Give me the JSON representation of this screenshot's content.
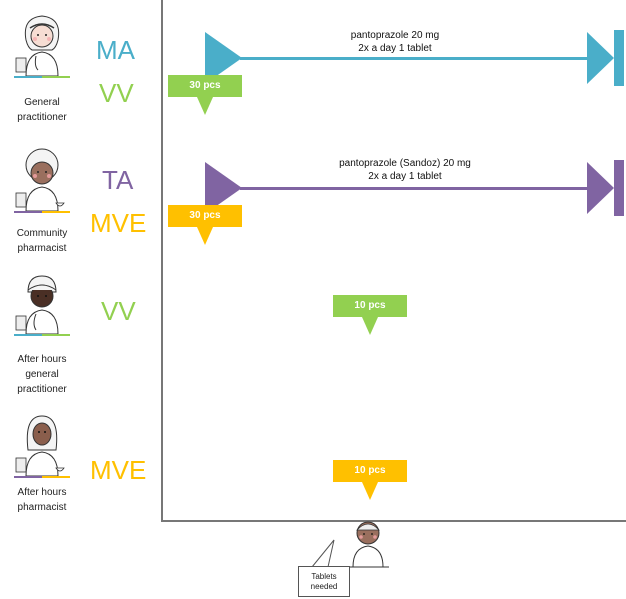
{
  "colors": {
    "blue": "#4aaec9",
    "purple": "#8064a2",
    "green": "#92d050",
    "orange": "#ffc000",
    "axis": "#777777"
  },
  "roles": [
    {
      "label": "General practitioner",
      "lines": [
        "General",
        "practitioner"
      ],
      "initials": [
        {
          "text": "MA",
          "color": "#4aaec9"
        },
        {
          "text": "VV",
          "color": "#92d050"
        }
      ]
    },
    {
      "label": "Community pharmacist",
      "lines": [
        "Community",
        "pharmacist"
      ],
      "initials": [
        {
          "text": "TA",
          "color": "#8064a2"
        },
        {
          "text": "MVE",
          "color": "#ffc000"
        }
      ]
    },
    {
      "label": "After hours general practitioner",
      "lines": [
        "After hours",
        "general",
        "practitioner"
      ],
      "initials": [
        {
          "text": "VV",
          "color": "#92d050"
        }
      ]
    },
    {
      "label": "After hours pharmacist",
      "lines": [
        "After hours",
        "pharmacist"
      ],
      "initials": [
        {
          "text": "MVE",
          "color": "#ffc000"
        }
      ]
    }
  ],
  "prescriptions": [
    {
      "drug": "pantoprazole 20 mg",
      "dosage": "2x a day 1 tablet",
      "color": "#4aaec9"
    },
    {
      "drug": "pantoprazole (Sandoz) 20 mg",
      "dosage": "2x a day 1 tablet",
      "color": "#8064a2"
    }
  ],
  "dispenses": [
    {
      "label": "30 pcs",
      "color": "#92d050"
    },
    {
      "label": "30 pcs",
      "color": "#ffc000"
    },
    {
      "label": "10 pcs",
      "color": "#92d050"
    },
    {
      "label": "10 pcs",
      "color": "#ffc000"
    }
  ],
  "patient": {
    "speech": [
      "Tablets",
      "needed"
    ]
  }
}
